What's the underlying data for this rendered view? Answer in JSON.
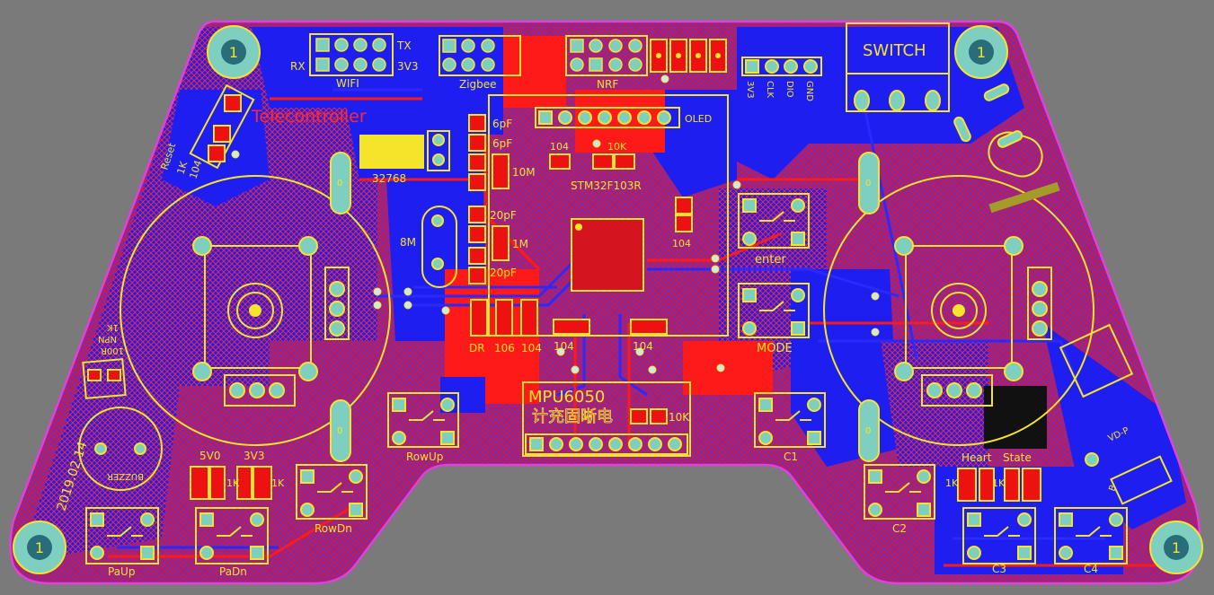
{
  "board": {
    "title": "Telecontroller",
    "date": "2019.02.14",
    "colors": {
      "background": "#7a7a7a",
      "top_copper": "#e0142a",
      "bottom_copper": "#1e1ef0",
      "silkscreen": "#f5e52a",
      "pad": "#7fcfc0",
      "outline": "#e040e0"
    },
    "mount_label": "1"
  },
  "headers": {
    "wifi": {
      "name": "WIFI",
      "tx": "TX",
      "rx": "RX",
      "v33": "3V3"
    },
    "zigbee": {
      "name": "Zigbee"
    },
    "nrf": {
      "name": "NRF"
    },
    "oled": {
      "name": "OLED"
    },
    "swd": {
      "pins": [
        "3V3",
        "CLK",
        "DIO",
        "GND"
      ]
    },
    "mpu": {
      "name": "MPU6050",
      "note": "计充固晰电"
    }
  },
  "switch": {
    "label": "SWITCH"
  },
  "mcu": {
    "name": "STM32F103R"
  },
  "components": {
    "crystal_32k": "32768",
    "crystal_8m": "8M",
    "c_6pf_a": "6pF",
    "c_6pf_b": "6pF",
    "r_10m": "10M",
    "c_20pf_a": "20pF",
    "c_20pf_b": "20pF",
    "r_1m": "1M",
    "c104_a": "104",
    "r10k_a": "10K",
    "c104_b": "104",
    "c104_c": "104",
    "c104_d": "104",
    "dr": "DR",
    "c106": "106",
    "c104_e": "104",
    "reset": "Reset",
    "r1k_reset": "1K",
    "c104_reset": "104",
    "r10k_mpu": "10K",
    "buzzer": "BUZZER",
    "npn": "NPN",
    "rk": "1K",
    "r100r": "100R",
    "led_5v0": "5V0",
    "led_3v3": "3V3",
    "r1k_a": "1K",
    "r1k_b": "1K",
    "r1k_c": "1K",
    "r1k_d": "1K",
    "heart": "Heart",
    "state": "State",
    "vd": "VD-P",
    "rv": "B"
  },
  "buttons": {
    "enter": "enter",
    "mode": "MODE",
    "rowup": "RowUp",
    "rowdn": "RowDn",
    "paup": "PaUp",
    "padn": "PaDn",
    "c1": "C1",
    "c2": "C2",
    "c3": "C3",
    "c4": "C4"
  },
  "joystick": {
    "pad": "0"
  }
}
